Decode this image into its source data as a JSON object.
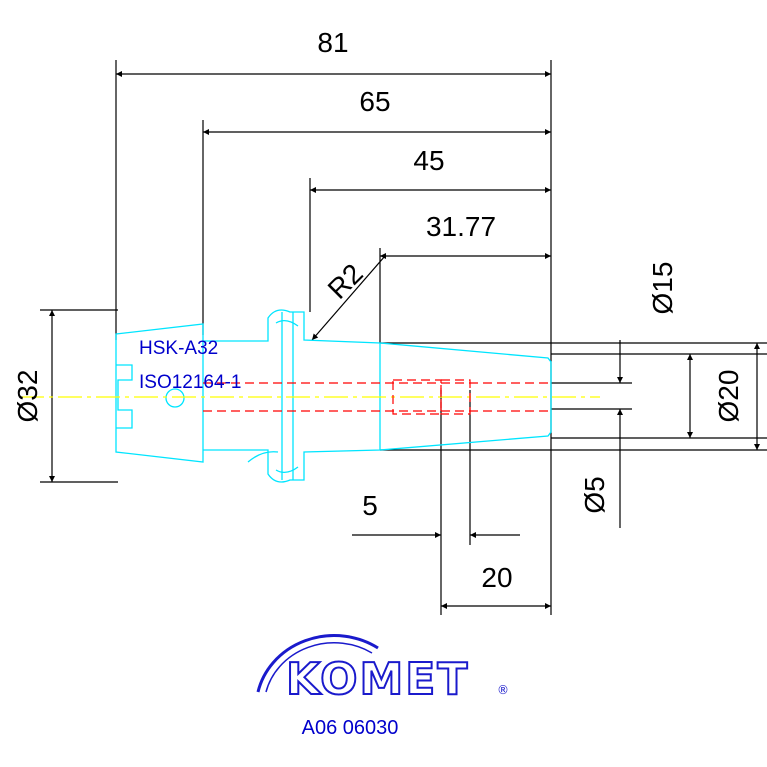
{
  "drawing": {
    "part_labels": {
      "line1": "HSK-A32",
      "line2": "ISO12164-1"
    },
    "dimensions": {
      "length_81": "81",
      "length_65": "65",
      "length_45": "45",
      "length_31_77": "31.77",
      "radius": "R2",
      "length_5": "5",
      "length_20": "20",
      "dia_32": "Ø32",
      "dia_15": "Ø15",
      "dia_20": "Ø20",
      "dia_5": "Ø5"
    },
    "logo": {
      "brand": "KOMET",
      "registered_mark": "®"
    },
    "article_number": "A06 06030"
  },
  "colors": {
    "outline": "#00e5ff",
    "dimension": "#000000",
    "centerline": "#ffff00",
    "hidden": "#ff0000",
    "text_blue": "#0000cc"
  }
}
